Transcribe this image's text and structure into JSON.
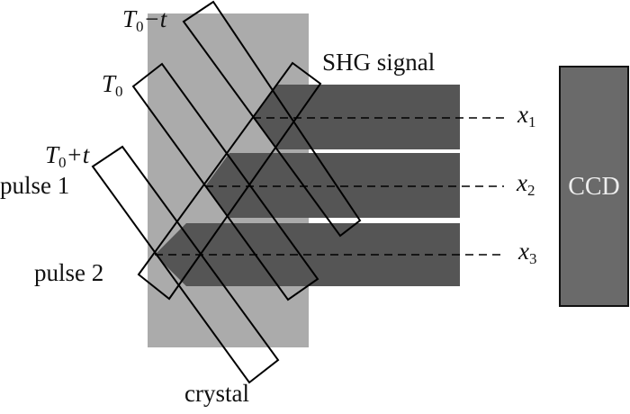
{
  "labels": {
    "t_minus": {
      "T": "T",
      "sub": "0",
      "rest": "−t"
    },
    "t0": {
      "T": "T",
      "sub": "0"
    },
    "t_plus": {
      "T": "T",
      "sub": "0",
      "rest": "+t"
    },
    "pulse1": "pulse 1",
    "pulse2": "pulse 2",
    "crystal": "crystal",
    "shg": "SHG signal",
    "x1": {
      "x": "x",
      "sub": "1"
    },
    "x2": {
      "x": "x",
      "sub": "2"
    },
    "x3": {
      "x": "x",
      "sub": "3"
    },
    "ccd": "CCD"
  },
  "colors": {
    "crystal": "#ababab",
    "signal": "#555555",
    "ccd": "#6a6a6a",
    "outline": "#000000"
  }
}
